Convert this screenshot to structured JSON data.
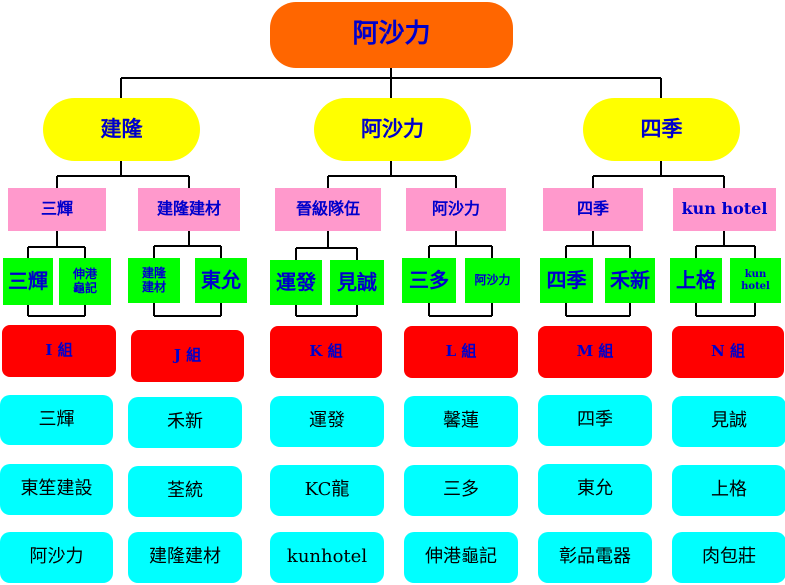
{
  "root": "阿沙力",
  "branches": [
    {
      "label": "建隆",
      "subs": [
        {
          "label": "三輝",
          "items": [
            "三輝",
            "伸港\n龜記"
          ]
        },
        {
          "label": "建隆建材",
          "items": [
            "建隆\n建材",
            "東允"
          ]
        }
      ]
    },
    {
      "label": "阿沙力",
      "subs": [
        {
          "label": "晉級隊伍",
          "items": [
            "運發",
            "見誠"
          ]
        },
        {
          "label": "阿沙力",
          "items": [
            "三多",
            "阿沙力"
          ]
        }
      ]
    },
    {
      "label": "四季",
      "subs": [
        {
          "label": "四季",
          "items": [
            "四季",
            "禾新"
          ]
        },
        {
          "label": "kun hotel",
          "items": [
            "上格",
            "kun\nhotel"
          ]
        }
      ]
    }
  ],
  "groups": [
    {
      "label": "I 組",
      "members": [
        "三輝",
        "東笙建設",
        "阿沙力"
      ]
    },
    {
      "label": "J 組",
      "members": [
        "禾新",
        "荃統",
        "建隆建材"
      ]
    },
    {
      "label": "K 組",
      "members": [
        "運發",
        "KC龍",
        "kunhotel"
      ]
    },
    {
      "label": "L 組",
      "members": [
        "馨蓮",
        "三多",
        "伸港龜記"
      ]
    },
    {
      "label": "M 組",
      "members": [
        "四季",
        "東允",
        "彰品電器"
      ]
    },
    {
      "label": "N 組",
      "members": [
        "見誠",
        "上格",
        "肉包莊"
      ]
    }
  ],
  "colors": {
    "root": "#ff6600",
    "branch": "#ffff00",
    "sub": "#ff99cc",
    "item": "#00ff00",
    "group": "#ff0000",
    "member": "#00ffff",
    "text_blue": "#0000cc",
    "line": "#000000"
  }
}
